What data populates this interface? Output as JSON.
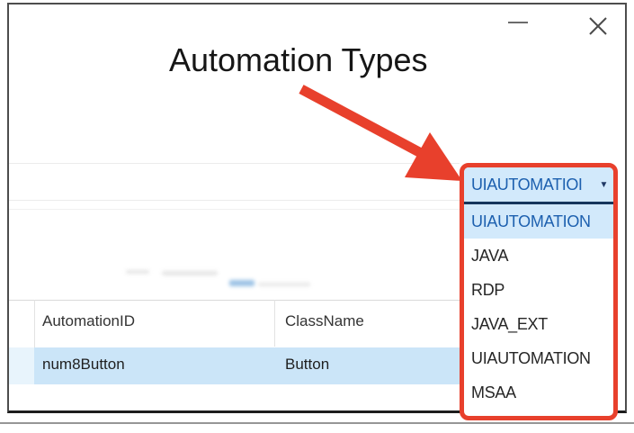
{
  "colors": {
    "red": "#e8402c",
    "accent-blue-bg": "#d2e9fb",
    "accent-blue-text": "#1d60af",
    "underline-navy": "#16365c",
    "row-highlight": "#cbe5f8",
    "row-highlight-pale": "#e8f4fc"
  },
  "annotation": {
    "title": "Automation Types"
  },
  "window_controls": {
    "minimize_icon": "—",
    "close_icon": "✕"
  },
  "combobox": {
    "selected_label": "UIAUTOMATIOI",
    "caret_icon": "▼",
    "options": [
      "UIAUTOMATION",
      "JAVA",
      "RDP",
      "JAVA_EXT",
      "UIAUTOMATION",
      "MSAA"
    ],
    "highlighted_option_index": 0
  },
  "table": {
    "headers": [
      "AutomationID",
      "ClassName"
    ],
    "row": {
      "automation_id": "num8Button",
      "class_name": "Button"
    }
  }
}
